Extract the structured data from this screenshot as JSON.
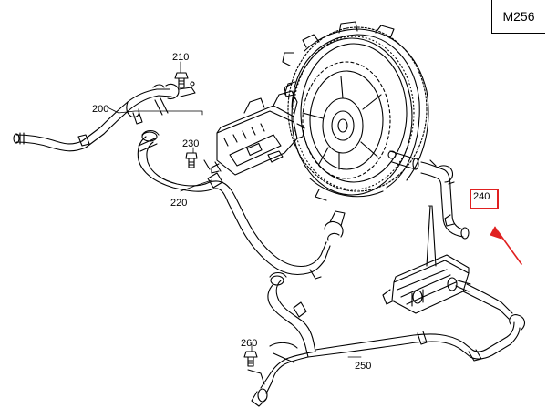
{
  "model": "M256",
  "parts": {
    "p200": "200",
    "p210": "210",
    "p220": "220",
    "p230": "230",
    "p240": "240",
    "p250": "250",
    "p260": "260"
  },
  "highlight": {
    "part": "240",
    "color": "#e02020"
  }
}
